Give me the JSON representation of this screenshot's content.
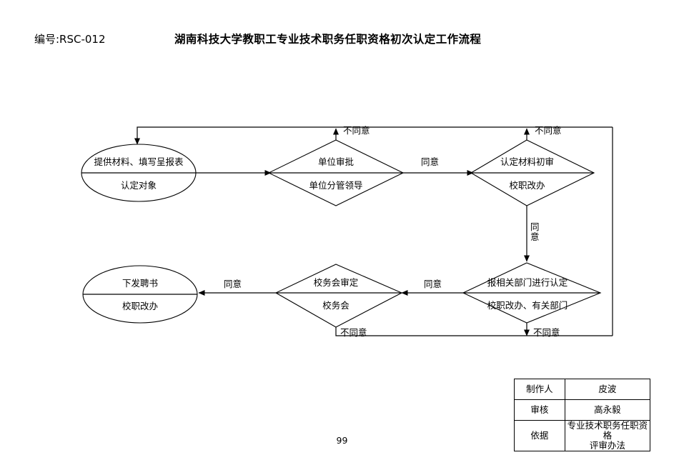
{
  "header": {
    "doc_code": "编号:RSC-012",
    "title": "湖南科技大学教职工专业技术职务任职资格初次认定工作流程"
  },
  "footer": {
    "page_number": "99"
  },
  "flowchart": {
    "type": "process-flow-diagram",
    "nodes": [
      {
        "id": "start",
        "shape": "ellipse",
        "top_text": "提供材料、填写呈报表",
        "bottom_text": "认定对象"
      },
      {
        "id": "unit-approval",
        "shape": "diamond",
        "top_text": "单位审批",
        "bottom_text": "单位分管领导"
      },
      {
        "id": "material-review",
        "shape": "diamond",
        "top_text": "认定材料初审",
        "bottom_text": "校职改办"
      },
      {
        "id": "report-departments",
        "shape": "diamond",
        "top_text": "报相关部门进行认定",
        "bottom_text": "校职改办、有关部门"
      },
      {
        "id": "school-affairs",
        "shape": "diamond",
        "top_text": "校务会审定",
        "bottom_text": "校务会"
      },
      {
        "id": "issue-certificate",
        "shape": "ellipse",
        "top_text": "下发聘书",
        "bottom_text": "校职改办"
      }
    ],
    "edges": [
      {
        "id": "start-to-unit",
        "label": "",
        "from": "start",
        "to": "unit-approval"
      },
      {
        "id": "unit-reject",
        "label": "不同意",
        "from": "unit-approval",
        "to": "start"
      },
      {
        "id": "unit-agree",
        "label": "同意",
        "from": "unit-approval",
        "to": "material-review"
      },
      {
        "id": "review-reject",
        "label": "不同意",
        "from": "material-review",
        "to": "start"
      },
      {
        "id": "review-agree",
        "label": "同意",
        "from": "material-review",
        "to": "report-departments"
      },
      {
        "id": "report-reject",
        "label": "不同意",
        "from": "report-departments",
        "to": "start"
      },
      {
        "id": "report-agree",
        "label": "同意",
        "from": "report-departments",
        "to": "school-affairs"
      },
      {
        "id": "affairs-reject",
        "label": "不同意",
        "from": "school-affairs",
        "to": "start"
      },
      {
        "id": "affairs-agree",
        "label": "同意",
        "from": "school-affairs",
        "to": "issue-certificate"
      }
    ]
  },
  "meta_table": {
    "rows": [
      {
        "key": "制作人",
        "value": "皮波"
      },
      {
        "key": "审核",
        "value": "高永毅"
      },
      {
        "key": "依据",
        "value": "专业技术职务任职资格\n评审办法"
      }
    ],
    "depends_line1": "专业技术职务任职资格",
    "depends_line2": "评审办法"
  }
}
